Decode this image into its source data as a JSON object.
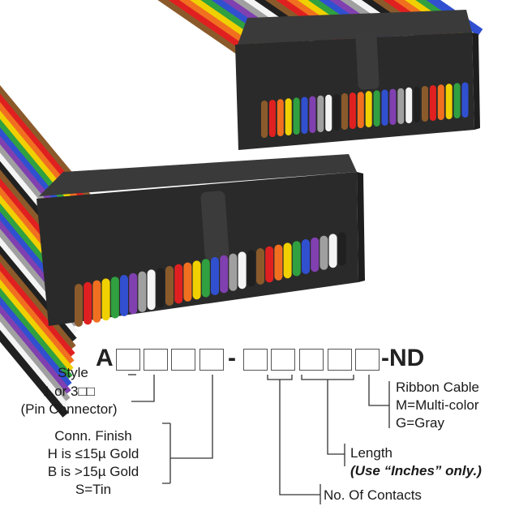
{
  "code": {
    "prefix": "A",
    "separator": "-",
    "suffix": "-ND"
  },
  "labels": {
    "style": {
      "title": "Style",
      "line1": "1 or 3□□",
      "line2": "(Pin Connector)"
    },
    "finish": {
      "title": "Conn. Finish",
      "line1": "H is ≤15µ Gold",
      "line2": "B is >15µ Gold",
      "line3": "S=Tin"
    },
    "contacts": {
      "title": "No. Of Contacts"
    },
    "length": {
      "title": "Length",
      "note": "(Use “Inches” only.)"
    },
    "ribbon": {
      "title": "Ribbon Cable",
      "line1": "M=Multi-color",
      "line2": "G=Gray"
    }
  },
  "colors": {
    "connector_body": "#2c2c2c",
    "leader_lines": "#333333",
    "ribbon_wires": [
      "#8b5a2b",
      "#e02020",
      "#f07020",
      "#f0d000",
      "#30a040",
      "#3050d0",
      "#8040b0",
      "#a0a0a0",
      "#f4f4f4",
      "#202020"
    ]
  }
}
